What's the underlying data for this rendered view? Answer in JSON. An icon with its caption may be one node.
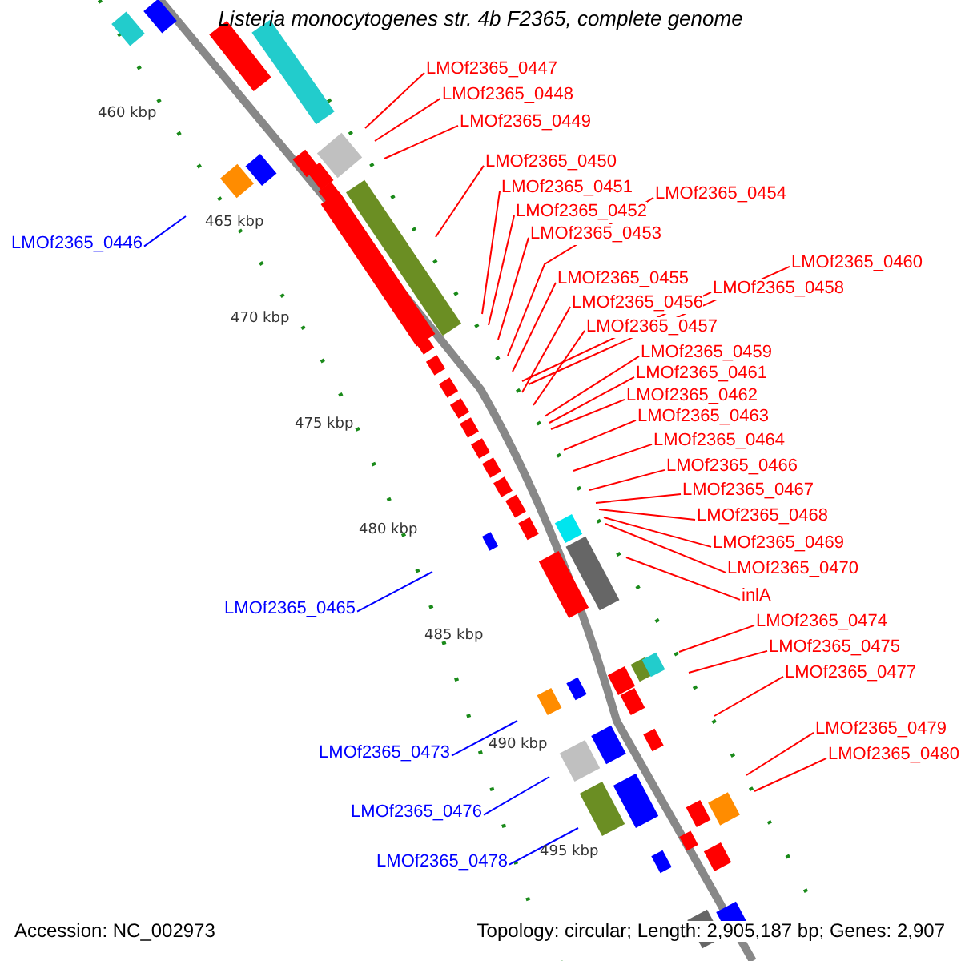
{
  "diagram": {
    "title": "Listeria monocytogenes str. 4b F2365, complete genome",
    "nodes": [
      {
        "text": [
          "LMOf2365_0447"
        ]
      },
      {
        "text": [
          "LMOf2365_0448"
        ]
      },
      {
        "text": [
          "LMOf2365_0449"
        ]
      },
      {
        "text": [
          "LMOf2365_0450"
        ]
      },
      {
        "text": [
          "LMOf2365_0451"
        ]
      },
      {
        "text": [
          "LMOf2365_0454"
        ]
      },
      {
        "text": [
          "LMOf2365_0452"
        ]
      },
      {
        "text": [
          "LMOf2365_0453"
        ]
      },
      {
        "text": [
          "LMOf2365_0446"
        ]
      },
      {
        "text": [
          "LMOf2365_0460"
        ]
      },
      {
        "text": [
          "LMOf2365_0455"
        ]
      },
      {
        "text": [
          "LMOf2365_0458"
        ]
      },
      {
        "text": [
          "LMOf2365_0456"
        ]
      },
      {
        "text": [
          "LMOf2365_0457"
        ]
      },
      {
        "text": [
          "LMOf2365_0459"
        ]
      },
      {
        "text": [
          "LMOf2365_0461"
        ]
      },
      {
        "text": [
          "LMOf2365_0462"
        ]
      },
      {
        "text": [
          "LMOf2365_0463"
        ]
      },
      {
        "text": [
          "LMOf2365_0464"
        ]
      },
      {
        "text": [
          "LMOf2365_0466"
        ]
      },
      {
        "text": [
          "LMOf2365_0467"
        ]
      },
      {
        "text": [
          "LMOf2365_0468"
        ]
      },
      {
        "text": [
          "LMOf2365_0469"
        ]
      },
      {
        "text": [
          "LMOf2365_0470"
        ]
      },
      {
        "text": [
          "inlA"
        ]
      },
      {
        "text": [
          "LMOf2365_0465"
        ]
      },
      {
        "text": [
          "LMOf2365_0474"
        ]
      },
      {
        "text": [
          "LMOf2365_0475"
        ]
      },
      {
        "text": [
          "LMOf2365_0477"
        ]
      },
      {
        "text": [
          "LMOf2365_0479"
        ]
      },
      {
        "text": [
          "LMOf2365_0473"
        ]
      },
      {
        "text": [
          "LMOf2365_0480"
        ]
      },
      {
        "text": [
          "LMOf2365_0476"
        ]
      },
      {
        "text": [
          "LMOf2365_0478"
        ]
      }
    ],
    "edges": [
      {
        "from": 0,
        "to": null,
        "arrow": "none"
      },
      {
        "from": 1,
        "to": null,
        "arrow": "none"
      },
      {
        "from": 2,
        "to": null,
        "arrow": "none"
      },
      {
        "from": 3,
        "to": null,
        "arrow": "none"
      },
      {
        "from": 4,
        "to": null,
        "arrow": "none"
      },
      {
        "from": 5,
        "to": null,
        "arrow": "none"
      },
      {
        "from": 6,
        "to": null,
        "arrow": "none"
      },
      {
        "from": 7,
        "to": null,
        "arrow": "none"
      },
      {
        "from": 8,
        "to": null,
        "arrow": "none",
        "color": "#0000ff"
      },
      {
        "from": 9,
        "to": null,
        "arrow": "none"
      },
      {
        "from": 10,
        "to": null,
        "arrow": "none"
      },
      {
        "from": 11,
        "to": null,
        "arrow": "none"
      },
      {
        "from": 12,
        "to": null,
        "arrow": "none"
      },
      {
        "from": 13,
        "to": null,
        "arrow": "none"
      },
      {
        "from": 14,
        "to": null,
        "arrow": "none"
      },
      {
        "from": 15,
        "to": null,
        "arrow": "none"
      },
      {
        "from": 16,
        "to": null,
        "arrow": "none"
      },
      {
        "from": 17,
        "to": null,
        "arrow": "none"
      },
      {
        "from": 18,
        "to": null,
        "arrow": "none"
      },
      {
        "from": 19,
        "to": null,
        "arrow": "none"
      },
      {
        "from": 20,
        "to": null,
        "arrow": "none"
      },
      {
        "from": 21,
        "to": null,
        "arrow": "none"
      },
      {
        "from": 22,
        "to": null,
        "arrow": "none"
      },
      {
        "from": 23,
        "to": null,
        "arrow": "none"
      },
      {
        "from": 24,
        "to": null,
        "arrow": "none"
      },
      {
        "from": 25,
        "to": null,
        "arrow": "none",
        "color": "#0000ff"
      },
      {
        "from": 26,
        "to": null,
        "arrow": "none"
      },
      {
        "from": 27,
        "to": null,
        "arrow": "none"
      },
      {
        "from": 28,
        "to": null,
        "arrow": "none"
      },
      {
        "from": 29,
        "to": null,
        "arrow": "none"
      },
      {
        "from": 30,
        "to": null,
        "arrow": "none",
        "color": "#0000ff"
      },
      {
        "from": 31,
        "to": null,
        "arrow": "none"
      },
      {
        "from": 32,
        "to": null,
        "arrow": "none",
        "color": "#0000ff"
      },
      {
        "from": 33,
        "to": null,
        "arrow": "none",
        "color": "#0000ff"
      }
    ],
    "labels": [
      "460 kbp",
      "465 kbp",
      "470 kbp",
      "475 kbp",
      "480 kbp",
      "485 kbp",
      "490 kbp",
      "495 kbp",
      "Accession: NC_002973",
      "Topology: circular; Length: 2,905,187 bp; Genes: 2,907"
    ]
  }
}
